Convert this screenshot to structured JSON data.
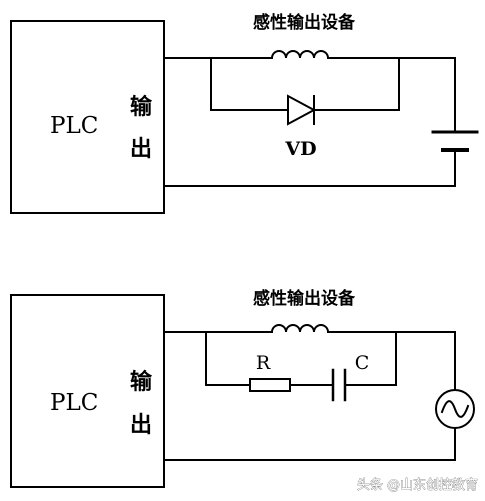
{
  "colors": {
    "line": "#000000",
    "background": "#ffffff",
    "watermark": "#ffffff"
  },
  "circuit_top": {
    "plc_label": "PLC",
    "output_label_1": "输",
    "output_label_2": "出",
    "load_label": "感性输出设备",
    "diode_label": "VD",
    "components": [
      "inductor-icon",
      "diode-icon",
      "dc-source-icon"
    ]
  },
  "circuit_bottom": {
    "plc_label": "PLC",
    "output_label_1": "输",
    "output_label_2": "出",
    "load_label": "感性输出设备",
    "resistor_label": "R",
    "capacitor_label": "C",
    "components": [
      "inductor-icon",
      "resistor-icon",
      "capacitor-icon",
      "ac-source-icon"
    ]
  },
  "watermark": {
    "text": "头条 @山东创控教育"
  }
}
